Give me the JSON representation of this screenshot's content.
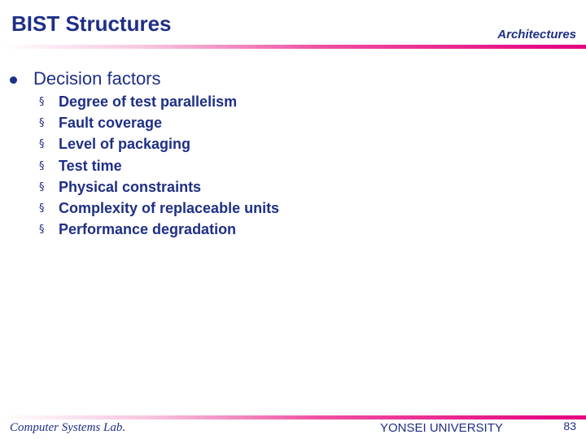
{
  "header": {
    "title": "BIST Structures",
    "section": "Architectures"
  },
  "content": {
    "main_bullet": "Decision factors",
    "sub_bullet_marker": "§",
    "items": [
      "Degree of test parallelism",
      "Fault coverage",
      "Level of packaging",
      "Test time",
      "Physical constraints",
      "Complexity of replaceable units",
      "Performance degradation"
    ]
  },
  "footer": {
    "lab": "Computer Systems Lab.",
    "university": "YONSEI UNIVERSITY",
    "page_number": "83"
  },
  "colors": {
    "text": "#1f2f86",
    "rule": "#e5007f"
  }
}
